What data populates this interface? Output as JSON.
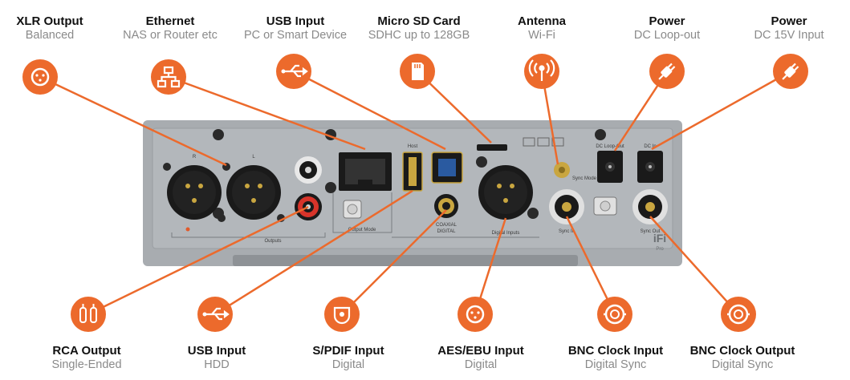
{
  "colors": {
    "accent": "#ec6a2c",
    "chassis": "#a8acb0",
    "chassis_dark": "#8e9296",
    "panel_line": "#7a7e82",
    "connector": "#1a1a1a",
    "text": "#111111",
    "subtext": "#8a8a8a"
  },
  "callouts_top": [
    {
      "title": "XLR Output",
      "subtitle": "Balanced",
      "icon": "xlr-icon"
    },
    {
      "title": "Ethernet",
      "subtitle": "NAS or Router etc",
      "icon": "network-icon"
    },
    {
      "title": "USB Input",
      "subtitle": "PC or Smart Device",
      "icon": "usb-icon"
    },
    {
      "title": "Micro SD Card",
      "subtitle": "SDHC up to 128GB",
      "icon": "sd-card-icon"
    },
    {
      "title": "Antenna",
      "subtitle": "Wi-Fi",
      "icon": "antenna-icon"
    },
    {
      "title": "Power",
      "subtitle": "DC Loop-out",
      "icon": "power-plug-icon"
    },
    {
      "title": "Power",
      "subtitle": "DC 15V Input",
      "icon": "power-plug-icon"
    }
  ],
  "callouts_bottom": [
    {
      "title": "RCA Output",
      "subtitle": "Single-Ended",
      "icon": "rca-icon"
    },
    {
      "title": "USB Input",
      "subtitle": "HDD",
      "icon": "usb-icon"
    },
    {
      "title": "S/PDIF Input",
      "subtitle": "Digital",
      "icon": "spdif-icon"
    },
    {
      "title": "AES/EBU Input",
      "subtitle": "Digital",
      "icon": "xlr-icon"
    },
    {
      "title": "BNC Clock Input",
      "subtitle": "Digital Sync",
      "icon": "bnc-icon"
    },
    {
      "title": "BNC Clock Output",
      "subtitle": "Digital Sync",
      "icon": "bnc-icon"
    }
  ],
  "panel_labels": {
    "outputs": "Outputs",
    "output_mode": "Output Mode",
    "host": "Host",
    "coaxial": "COAXIAL",
    "digital": "DIGITAL",
    "digital_inputs": "Digital Inputs",
    "dc_loop_out": "DC Loop-Out",
    "dc_in": "DC In",
    "sync_mode": "Sync Mode",
    "sync_in": "Sync In",
    "sync_out": "Sync Out",
    "brand": "iFi",
    "model": "Pro",
    "xlr_r": "R",
    "xlr_l": "L"
  }
}
